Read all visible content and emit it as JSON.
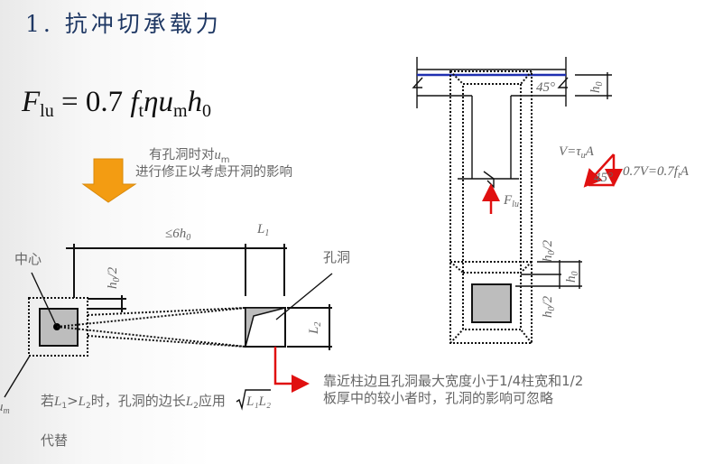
{
  "title": "1. 抗冲切承载力",
  "formula": {
    "F": "F",
    "F_sub": "lu",
    "eq": " = 0.7 ",
    "f": "f",
    "f_sub": "t",
    "eta": "η",
    "u": "u",
    "u_sub": "m",
    "h": "h",
    "h_sub": "0"
  },
  "note": {
    "line1_prefix": "有孔洞时对",
    "line1_var": "u",
    "line1_sub": "m",
    "line2": "进行修正以考虑开洞的影响"
  },
  "left_diagram": {
    "dist_label": "≤6h",
    "dist_sub": "0",
    "L1": "L",
    "L1_sub": "1",
    "L2": "L",
    "L2_sub": "2",
    "h0_half": "h",
    "h0_half_sub": "0",
    "h0_half_suffix": "/2",
    "center_label": "中心",
    "hole_label": "孔洞",
    "um": "u",
    "um_sub": "m",
    "rule_line1_a": "若",
    "rule_L1": "L",
    "rule_L1_sub": "1",
    "rule_gt": ">",
    "rule_L2": "L",
    "rule_L2_sub": "2",
    "rule_line1_b": "时，孔洞的边长",
    "rule_L2b": "L",
    "rule_L2b_sub": "2",
    "rule_line1_c": "应用",
    "rule_sqrt": "L₁L₂",
    "rule_line2": "代替",
    "red_note_line1": "靠近柱边且孔洞最大宽度小于1/4柱宽和1/2",
    "red_note_line2": "板厚中的较小者时，孔洞的影响可忽略"
  },
  "right_diagram": {
    "angle": "45°",
    "h0": "h",
    "h0_sub": "0",
    "Flu": "F",
    "Flu_sub": "lu",
    "V_eq": "V=τ",
    "V_sub": "u",
    "V_A": "A",
    "V07": "0.7V=0.7f",
    "V07_sub": "t",
    "V07_A": "A",
    "tri_angle": "45°",
    "h0_half": "h",
    "h0_half_sub": "0",
    "h0_half_suffix": "/2"
  },
  "colors": {
    "title": "#1f3864",
    "arrow": "#f39c12",
    "red": "#e01010",
    "slab_top": "#1f2fb0",
    "column_fill": "#bdbdbd"
  }
}
